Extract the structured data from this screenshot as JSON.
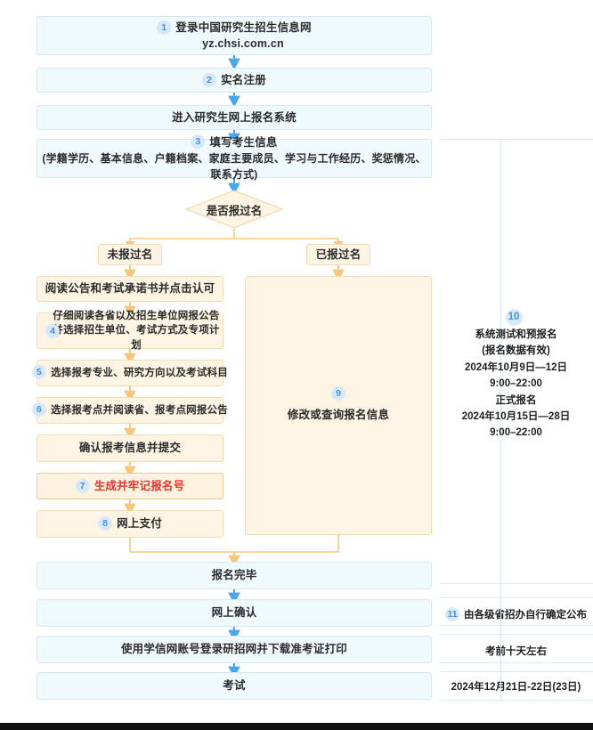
{
  "colors": {
    "blue_fill": "#f0f9fc",
    "blue_border": "#d3e8f2",
    "orange_fill": "#fdf4e3",
    "orange_border": "#f5dbb0",
    "badge_bg": "#d7e9f8",
    "badge_text": "#4a90d9",
    "arrow_blue": "#49a7e8",
    "arrow_orange": "#f5c27e",
    "highlight_red": "#e8322a",
    "text": "#2b2b2b"
  },
  "flow": {
    "step1": {
      "number": "1",
      "line1": "登录中国研究生招生信息网",
      "line2": "yz.chsi.com.cn"
    },
    "step2": {
      "number": "2",
      "label": "实名注册"
    },
    "step3_entry": {
      "label": "进入研究生网上报名系统"
    },
    "step3": {
      "number": "3",
      "line1": "填写考生信息",
      "line2": "(学籍学历、基本信息、户籍档案、家庭主要成员、学习与工作经历、奖惩情况、联系方式)"
    },
    "decision": {
      "label": "是否报过名"
    },
    "branch_left": {
      "label": "未报过名"
    },
    "branch_right": {
      "label": "已报过名"
    },
    "left_steps": [
      {
        "number": "",
        "label": "阅读公告和考试承诺书并点击认可",
        "lines": [
          "阅读公告和考试承诺书并点击认可"
        ],
        "highlight": false
      },
      {
        "number": "4",
        "label": "仔细阅读各省以及招生单位网报公告并选择招生单位、考试方式及专项计划",
        "lines": [
          "仔细阅读各省以及招生单位网报公告",
          "并选择招生单位、考试方式及专项计划"
        ],
        "highlight": false
      },
      {
        "number": "5",
        "label": "选择报考专业、研究方向以及考试科目",
        "lines": [
          "选择报考专业、研究方向以及考试科目"
        ],
        "highlight": false
      },
      {
        "number": "6",
        "label": "选择报考点并阅读省、报考点网报公告",
        "lines": [
          "选择报考点并阅读省、报考点网报公告"
        ],
        "highlight": false
      },
      {
        "number": "",
        "label": "确认报考信息并提交",
        "lines": [
          "确认报考信息并提交"
        ],
        "highlight": false
      },
      {
        "number": "7",
        "label": "生成并牢记报名号",
        "lines": [
          "生成并牢记报名号"
        ],
        "highlight": true
      },
      {
        "number": "8",
        "label": "网上支付",
        "lines": [
          "网上支付"
        ],
        "highlight": false
      }
    ],
    "right_panel": {
      "number": "9",
      "label": "修改或查询报名信息"
    },
    "tail_steps": [
      {
        "label": "报名完毕"
      },
      {
        "label": "网上确认"
      },
      {
        "label": "使用学信网账号登录研招网并下载准考证打印"
      },
      {
        "label": "考试"
      }
    ]
  },
  "right_notes": {
    "step10": {
      "number": "10",
      "title": "系统测试和预报名",
      "subtitle": "(报名数据有效)",
      "dates1": "2024年10月9日—12日",
      "time1": "9:00–22:00",
      "title2": "正式报名",
      "dates2": "2024年10月15日—28日",
      "time2": "9:00–22:00"
    },
    "step11": {
      "number": "11",
      "label": "由各级省招办自行确定公布"
    },
    "note_admit": "考前十天左右",
    "note_exam": "2024年12月21日-22日(23日)"
  }
}
